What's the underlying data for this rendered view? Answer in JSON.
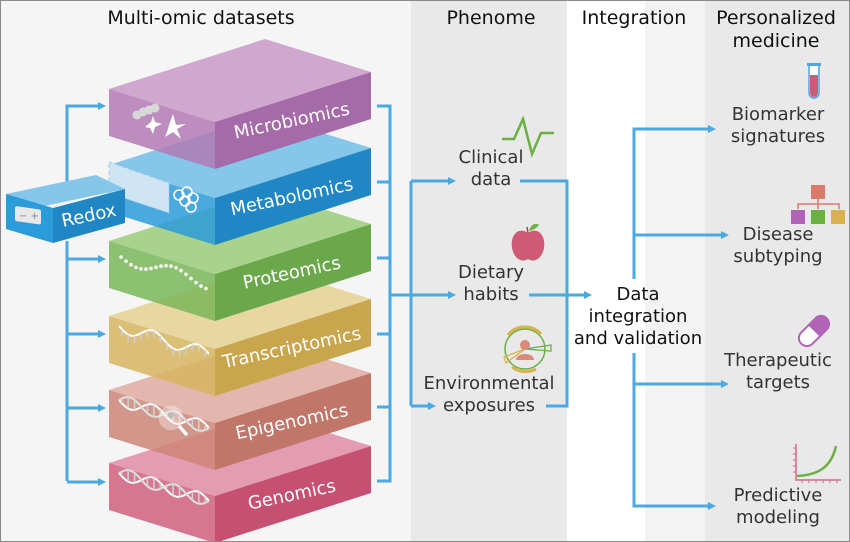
{
  "headers": {
    "multiomic": "Multi-omic datasets",
    "phenome": "Phenome",
    "integration": "Integration",
    "medicine_line1": "Personalized",
    "medicine_line2": "medicine"
  },
  "redox": {
    "label": "Redox",
    "icon": "battery-icon"
  },
  "layers": [
    {
      "label": "Microbiomics",
      "icon": "microbe-icon",
      "color_top": "#cfa7cf",
      "color_front": "#b27ab4",
      "color_side": "#a56aa8"
    },
    {
      "label": "Metabolomics",
      "icon": "molecule-icon",
      "color_top": "#86c6ea",
      "color_front": "#2b9bd9",
      "color_side": "#2187c4"
    },
    {
      "label": "Proteomics",
      "icon": "peptide-chain-icon",
      "color_top": "#a9d38c",
      "color_front": "#7ab75a",
      "color_side": "#6aa84b"
    },
    {
      "label": "Transcriptomics",
      "icon": "rna-strand-icon",
      "color_top": "#e8d7a0",
      "color_front": "#d7b55f",
      "color_side": "#c9a54e"
    },
    {
      "label": "Epigenomics",
      "icon": "dna-magnifier-icon",
      "color_top": "#e4b7ae",
      "color_front": "#cd8578",
      "color_side": "#c0776a"
    },
    {
      "label": "Genomics",
      "icon": "dna-icon",
      "color_top": "#e39cb1",
      "color_front": "#d0607f",
      "color_side": "#c55072"
    }
  ],
  "phenome": [
    {
      "line1": "Clinical",
      "line2": "data",
      "icon": "heartbeat-icon"
    },
    {
      "line1": "Dietary",
      "line2": "habits",
      "icon": "apple-icon"
    },
    {
      "line1": "Environmental",
      "line2": "exposures",
      "icon": "person-exposure-icon"
    }
  ],
  "integration": {
    "line1": "Data",
    "line2": "integration",
    "line3": "and validation"
  },
  "outcomes": [
    {
      "line1": "Biomarker",
      "line2": "signatures",
      "icon": "test-tube-icon"
    },
    {
      "line1": "Disease",
      "line2": "subtyping",
      "icon": "hierarchy-icon"
    },
    {
      "line1": "Therapeutic",
      "line2": "targets",
      "icon": "capsule-icon"
    },
    {
      "line1": "Predictive",
      "line2": "modeling",
      "icon": "growth-curve-icon"
    }
  ],
  "colors": {
    "arrow": "#4aa9e0",
    "heartbeat": "#6ab043",
    "apple": "#cf5a75",
    "leaf": "#6ab043",
    "tube_liquid": "#cf5a75",
    "tree_root": "#d97a6b",
    "tree_a": "#b163b7",
    "tree_b": "#6ab043",
    "tree_c": "#d9b24e",
    "capsule": "#b163b7",
    "curve": "#6ab043",
    "axes": "#d46a8a"
  }
}
